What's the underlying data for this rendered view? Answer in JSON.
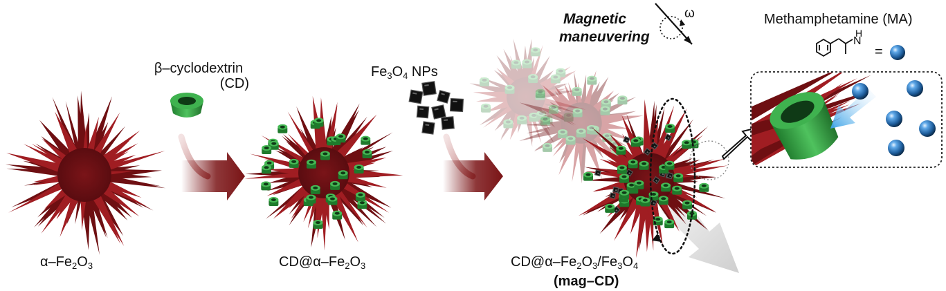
{
  "labels": {
    "hematite": {
      "pre": "α–Fe",
      "sub1": "2",
      "mid": "O",
      "sub2": "3"
    },
    "cyclodextrin_line1": "β–cyclodextrin",
    "cyclodextrin_line2": "(CD)",
    "cd_hematite": {
      "pre": "CD@α–Fe",
      "sub1": "2",
      "mid": "O",
      "sub2": "3"
    },
    "fe3o4": {
      "pre": "Fe",
      "sub1": "3",
      "mid": "O",
      "sub2": "4",
      "post": " NPs"
    },
    "magnetic_line1": "Magnetic",
    "magnetic_line2": "maneuvering",
    "omega": "ω",
    "composite": {
      "pre": "CD@α–Fe",
      "s1": "2",
      "m1": "O",
      "s2": "3",
      "m2": "/Fe",
      "s3": "3",
      "m3": "O",
      "s4": "4"
    },
    "mag_cd": "(mag–CD)",
    "methamphetamine": "Methamphetamine (MA)",
    "nh": "H",
    "n": "N",
    "equals": "="
  },
  "colors": {
    "spike_dark": "#6e0f12",
    "spike_light": "#a01d22",
    "cd_green": "#2f9a3f",
    "cd_dark": "#0f3a16",
    "arrow_red": "#7a1416",
    "sphere_blue": "#1f6fb5"
  },
  "icons": [
    "hematite-urchin",
    "cd-ring",
    "fe3o4-cube",
    "reaction-arrow",
    "rotation-arrow",
    "ma-sphere"
  ]
}
